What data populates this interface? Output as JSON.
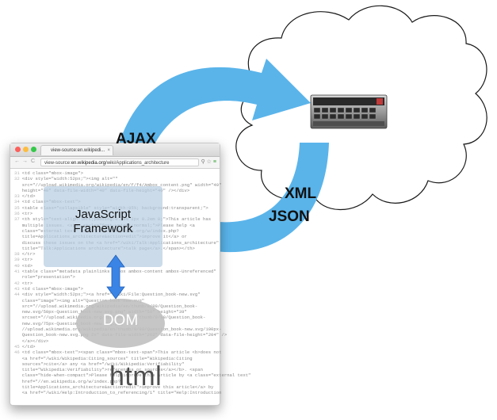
{
  "labels": {
    "ajax": "AJAX",
    "xml": "XML",
    "json": "JSON",
    "framework_line1": "JavaScript",
    "framework_line2": "Framework",
    "dom": "DOM",
    "html": "html"
  },
  "browser": {
    "tab_title": "view-source:en.wikipedi...",
    "url_prefix": "view-source:",
    "url_host": "en.wikipedia.org",
    "url_path": "/wiki/Applications_architecture",
    "nav_back": "←",
    "nav_forward": "→",
    "nav_reload": "C"
  },
  "source_lines": [
    {
      "n": "31",
      "text": "<td class=\"mbox-image\">"
    },
    {
      "n": "32",
      "text": "<div style=\"width:52px;\"><img alt=\"\""
    },
    {
      "n": "",
      "text": "src=\"//upload.wikimedia.org/wikipedia/en/f/f4/Ambox_content.png\" width=\"40\""
    },
    {
      "n": "",
      "text": "height=\"40\" data-file-width=\"40\" data-file-height=\"40\" /></div>"
    },
    {
      "n": "33",
      "text": "</td>"
    },
    {
      "n": "34",
      "text": "<td class=\"mbox-text\">"
    },
    {
      "n": "35",
      "text": "<table class=\"collapsible\" style=\"width:95%; background:transparent;\">"
    },
    {
      "n": "36",
      "text": "<tr>"
    },
    {
      "n": "37",
      "text": "<th style=\"text-align:left;padding:0.2em 2px 0.2em 0;\">This article has"
    },
    {
      "n": "",
      "text": "multiple issues. <span style=\"font-weight:normal;\">Please help <a"
    },
    {
      "n": "",
      "text": "class=\"external text\" href=\"//en.wikipedia.org/w/index.php?"
    },
    {
      "n": "",
      "text": "title=Applications_architecture&action=edit\">improve it</a> or"
    },
    {
      "n": "",
      "text": "discuss these issues on the <a href=\"/wiki/Talk:Applications_architecture\""
    },
    {
      "n": "",
      "text": "title=\"Talk:Applications architecture\">talk page</a>.</span></th>"
    },
    {
      "n": "38",
      "text": "</tr>"
    },
    {
      "n": "39",
      "text": "<tr>"
    },
    {
      "n": "40",
      "text": "<td>"
    },
    {
      "n": "41",
      "text": "<table class=\"metadata plainlinks ambox ambox-content ambox-Unreferenced\""
    },
    {
      "n": "",
      "text": "role=\"presentation\">"
    },
    {
      "n": "42",
      "text": "<tr>"
    },
    {
      "n": "43",
      "text": "<td class=\"mbox-image\">"
    },
    {
      "n": "44",
      "text": "<div style=\"width:52px;\"><a href=\"/wiki/File:Question_book-new.svg\""
    },
    {
      "n": "",
      "text": "class=\"image\"><img alt=\"Question book-new.svg\""
    },
    {
      "n": "",
      "text": "src=\"//upload.wikimedia.org/wikipedia/en/thumb/9/99/Question_book-"
    },
    {
      "n": "",
      "text": "new.svg/50px-Question_book-new.svg.png\" width=\"50\" height=\"39\""
    },
    {
      "n": "",
      "text": "srcset=\"//upload.wikimedia.org/wikipedia/en/thumb/9/99/Question_book-"
    },
    {
      "n": "",
      "text": "new.svg/75px-Question_book-new.svg.png 1.5x,"
    },
    {
      "n": "",
      "text": "//upload.wikimedia.org/wikipedia/en/thumb/9/99/Question_book-new.svg/100px-"
    },
    {
      "n": "",
      "text": "Question_book-new.svg.png 2x\" data-file-width=\"262\" data-file-height=\"204\" />"
    },
    {
      "n": "",
      "text": "</a></div>"
    },
    {
      "n": "45",
      "text": "</td>"
    },
    {
      "n": "46",
      "text": "<td class=\"mbox-text\"><span class=\"mbox-text-span\">This article <b>does not"
    },
    {
      "n": "",
      "text": "<a href=\"/wiki/Wikipedia:Citing_sources\" title=\"Wikipedia:Citing"
    },
    {
      "n": "",
      "text": "sources\">cite</a> any <a href=\"/wiki/Wikipedia:Verifiability\""
    },
    {
      "n": "",
      "text": "title=\"Wikipedia:Verifiability\">references or sources</a></b>. <span"
    },
    {
      "n": "",
      "text": "class=\"hide-when-compact\">Please help improve this article by <a class=\"external text\""
    },
    {
      "n": "",
      "text": "href=\"//en.wikipedia.org/w/index.php?"
    },
    {
      "n": "",
      "text": "title=Applications_architecture&action=edit\">improve this article</a> by"
    },
    {
      "n": "",
      "text": "<a href=\"/wiki/Help:Introduction_to_referencing/1\" title=\"Help:Introduction"
    }
  ],
  "colors": {
    "arrow": "#5ab4ea",
    "dom_arrow": "#3a84e6",
    "framework_box": "#b7cde2",
    "dom_ellipse": "#bebebe",
    "cloud_stroke": "#111111"
  }
}
